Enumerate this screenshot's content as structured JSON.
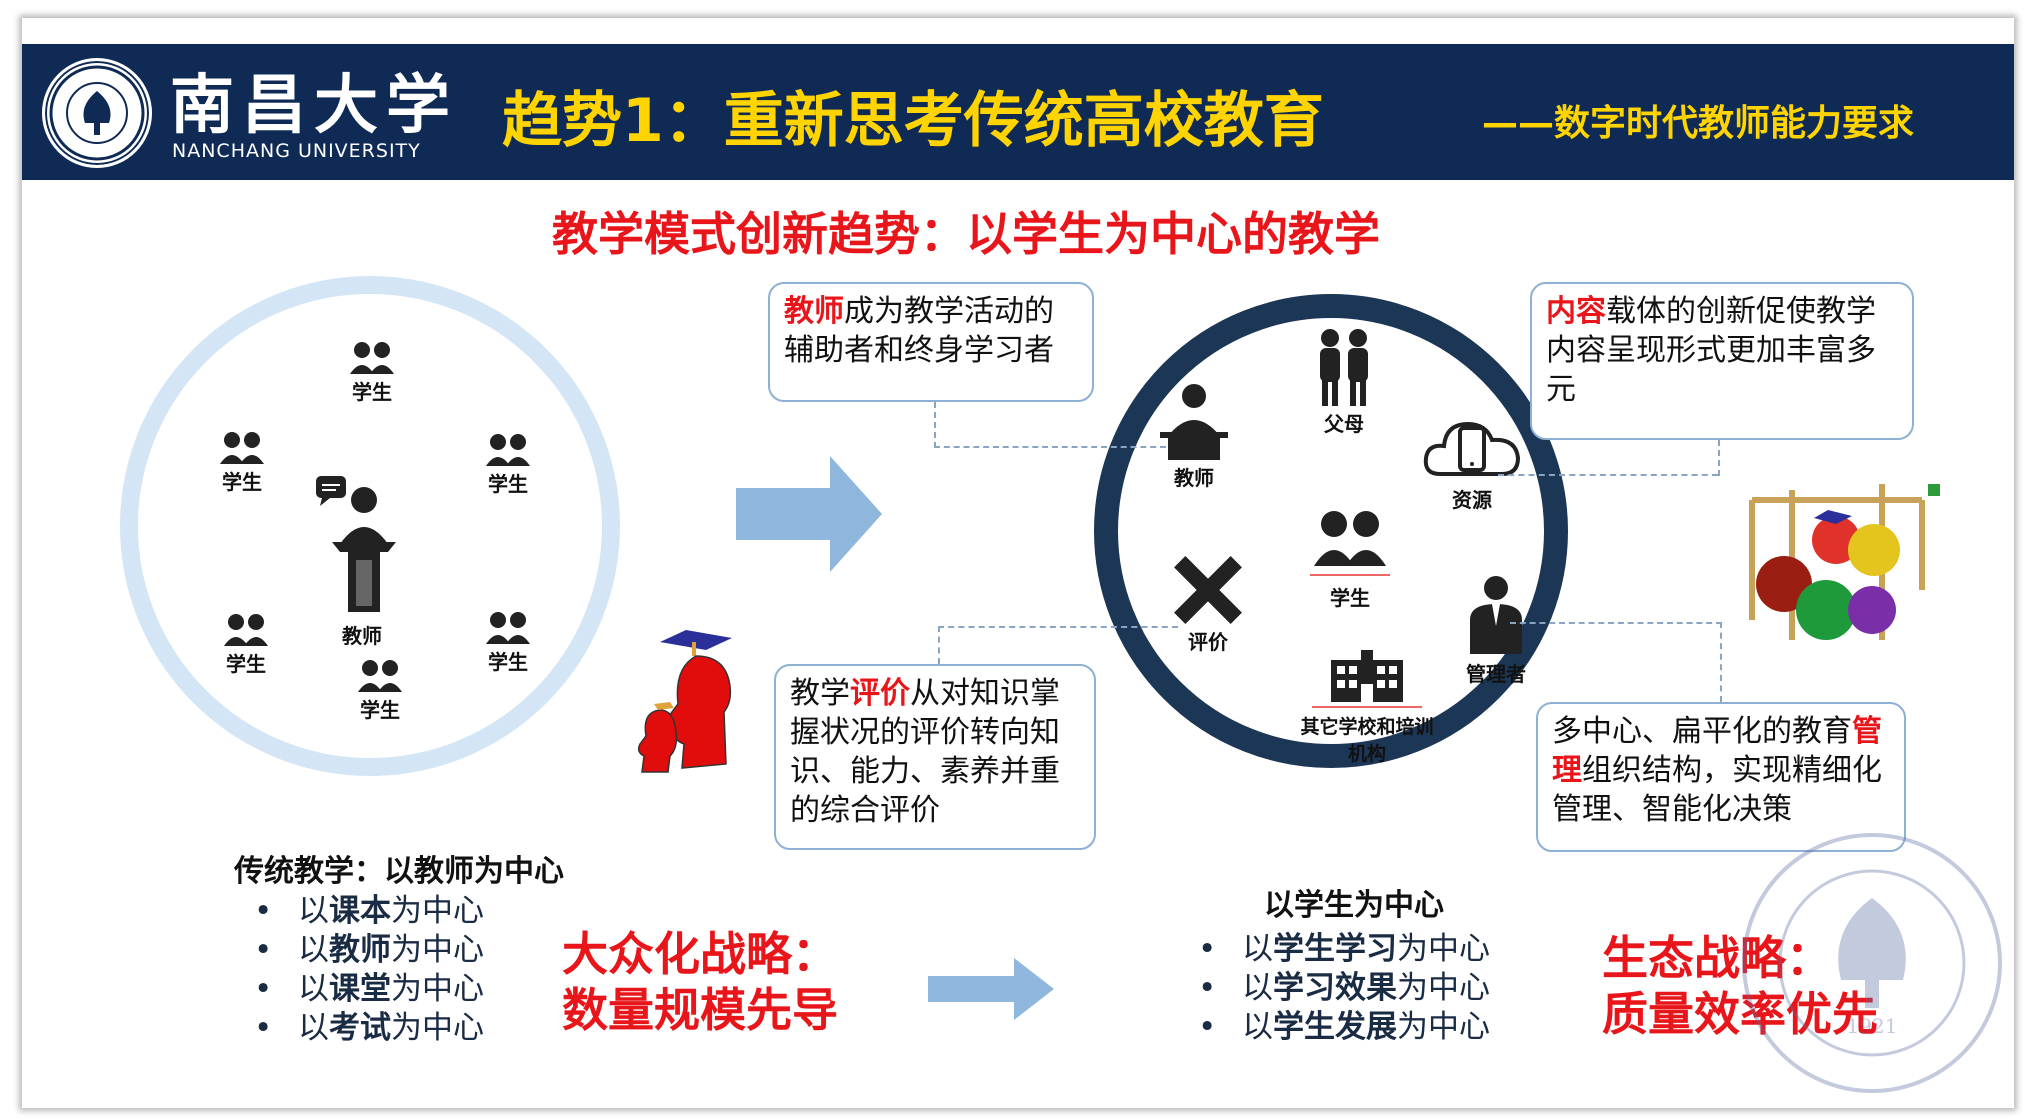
{
  "header": {
    "logo_name": "南昌大学",
    "logo_en": "NANCHANG UNIVERSITY",
    "title": "趋势1：重新思考传统高校教育",
    "subtitle": "——数字时代教师能力要求",
    "watermark_year": "1921"
  },
  "headline": "教学模式创新趋势：以学生为中心的教学",
  "traditional": {
    "nodes": [
      "学生",
      "学生",
      "学生",
      "学生",
      "学生",
      "学生"
    ],
    "teacher": "教师",
    "title": "传统教学：以教师为中心",
    "bullets": [
      {
        "pre": "以",
        "bold": "课本",
        "post": "为中心"
      },
      {
        "pre": "以",
        "bold": "教师",
        "post": "为中心"
      },
      {
        "pre": "以",
        "bold": "课堂",
        "post": "为中心"
      },
      {
        "pre": "以",
        "bold": "考试",
        "post": "为中心"
      }
    ],
    "strategy": [
      "大众化战略：",
      "数量规模先导"
    ]
  },
  "student_centered": {
    "nodes": {
      "teacher": "教师",
      "parents": "父母",
      "resources": "资源",
      "student": "学生",
      "evaluation": "评价",
      "manager": "管理者",
      "institutions": "其它学校和培训机构"
    },
    "title": "以学生为中心",
    "bullets": [
      {
        "pre": "以",
        "bold": "学生学习",
        "post": "为中心"
      },
      {
        "pre": "以",
        "bold": "学习效果",
        "post": "为中心"
      },
      {
        "pre": "以",
        "bold": "学生发展",
        "post": "为中心"
      }
    ],
    "strategy": [
      "生态战略：",
      "质量效率优先"
    ]
  },
  "callouts": {
    "teacher": {
      "red": "教师",
      "rest": "成为教学活动的辅助者和终身学习者"
    },
    "evaluation": {
      "pre": "教学",
      "red": "评价",
      "rest": "从对知识掌握状况的评价转向知识、能力、素养并重的综合评价"
    },
    "content": {
      "red": "内容",
      "rest": "载体的创新促使教学内容呈现形式更加丰富多元"
    },
    "management": {
      "pre": "多中心、扁平化的教育",
      "red": "管理",
      "rest": "组织结构，实现精细化管理、智能化决策"
    }
  },
  "colors": {
    "navy": "#0f2a55",
    "accent_yellow": "#ffd400",
    "accent_red": "#e8161b",
    "ring_light": "#d4e6f6",
    "ring_dark": "#1c3655",
    "arrow": "#8fb7dd"
  }
}
